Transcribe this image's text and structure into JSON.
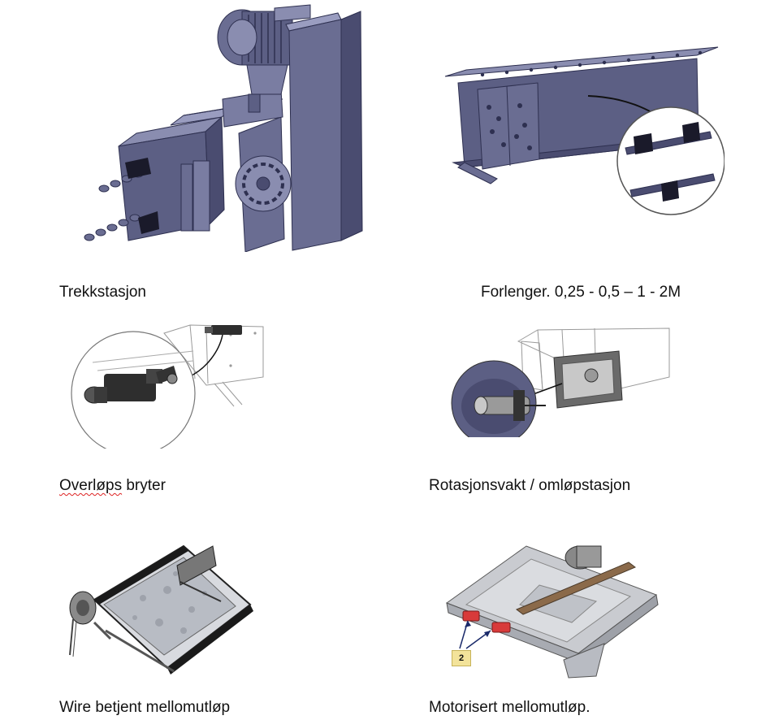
{
  "doc": {
    "items": [
      {
        "caption": "Trekkstasjon"
      },
      {
        "caption": "Forlenger.  0,25 - 0,5 – 1 - 2M"
      },
      {
        "caption_part_1": "Overløps",
        "caption_part_2": " bryter"
      },
      {
        "caption": "Rotasjonsvakt / omløpstasjon"
      },
      {
        "caption": "Wire betjent mellomutløp"
      },
      {
        "caption": "Motorisert mellomutløp."
      }
    ],
    "callout_number": "2",
    "colors": {
      "steel_dark": "#4a4c70",
      "steel_mid": "#6a6d92",
      "steel_light": "#8a8db0",
      "steel_face": "#5c5f84",
      "bolt": "#2e3050",
      "galvanized": "#b8bcc4",
      "line_drawing": "#9a9a9a",
      "red_part": "#d83a3a",
      "tag_yellow": "#f3e39a"
    }
  }
}
